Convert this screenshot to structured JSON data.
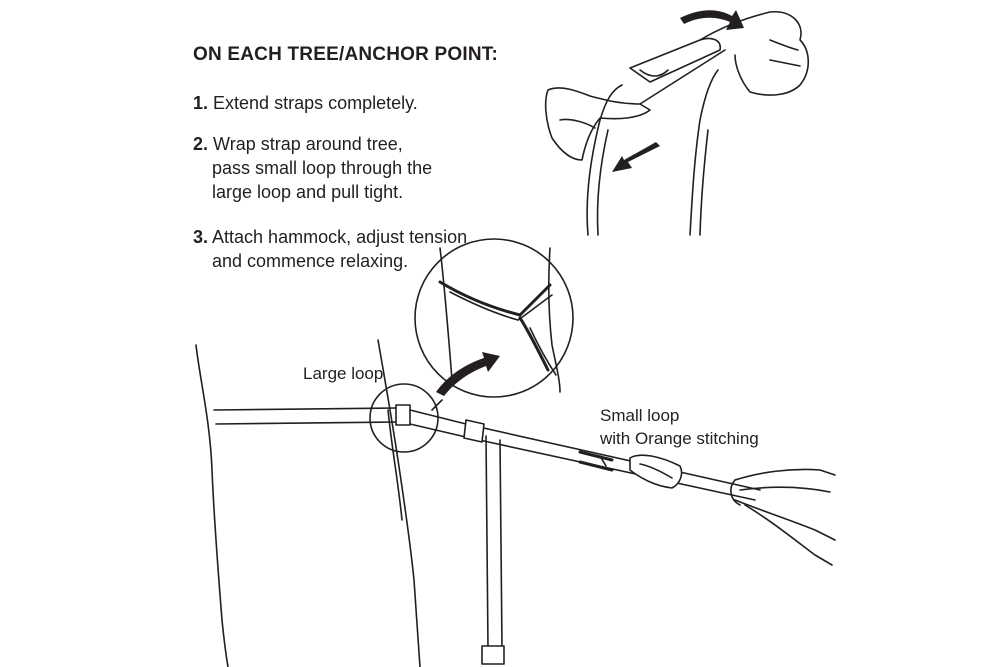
{
  "heading": "ON EACH TREE/ANCHOR POINT:",
  "steps": [
    {
      "num": "1.",
      "lines": [
        "Extend straps completely."
      ]
    },
    {
      "num": "2.",
      "lines": [
        "Wrap strap around tree,",
        "pass small loop through the",
        "large loop and pull tight."
      ]
    },
    {
      "num": "3.",
      "lines": [
        "Attach hammock, adjust tension",
        "and commence relaxing."
      ]
    }
  ],
  "callouts": {
    "large_loop": "Large loop",
    "small_loop_line1": "Small loop",
    "small_loop_line2": "with Orange stitching"
  }
}
